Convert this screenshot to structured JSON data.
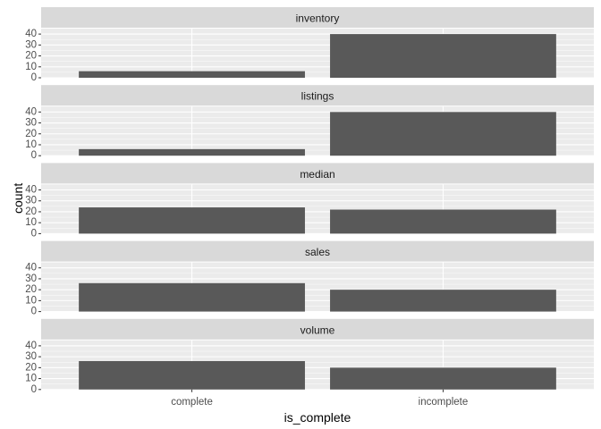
{
  "chart_data": {
    "type": "bar",
    "facet_by": "variable",
    "categories": [
      "complete",
      "incomplete"
    ],
    "xlabel": "is_complete",
    "ylabel": "count",
    "ylim": [
      0,
      45
    ],
    "yticks": [
      0,
      10,
      20,
      30,
      40
    ],
    "grid": true,
    "bar_color": "#595959",
    "panel_background": "#ebebeb",
    "strip_background": "#d9d9d9",
    "facets": [
      {
        "label": "inventory",
        "values": [
          6,
          40
        ]
      },
      {
        "label": "listings",
        "values": [
          6,
          40
        ]
      },
      {
        "label": "median",
        "values": [
          24,
          22
        ]
      },
      {
        "label": "sales",
        "values": [
          26,
          20
        ]
      },
      {
        "label": "volume",
        "values": [
          26,
          20
        ]
      }
    ]
  }
}
